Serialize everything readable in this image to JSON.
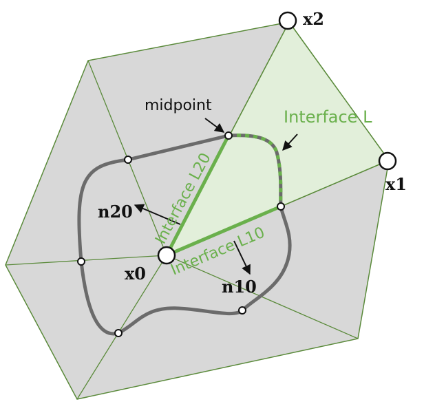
{
  "labels": {
    "midpoint": "midpoint",
    "interface_L": "Interface L",
    "interface_L20": "Interface L20",
    "interface_L10": "Interface L10",
    "n20": "n20",
    "n10": "n10",
    "x0": "x0",
    "x1": "x1",
    "x2": "x2"
  },
  "colors": {
    "polygon_fill": "#d8d8d8",
    "edge_line": "#5a8a3a",
    "control_volume_fill": "#e2efda",
    "interface_green": "#6ab04c",
    "boundary_gray": "#6b6b6b",
    "text_green": "#6ab04c",
    "text_black": "#111111"
  }
}
